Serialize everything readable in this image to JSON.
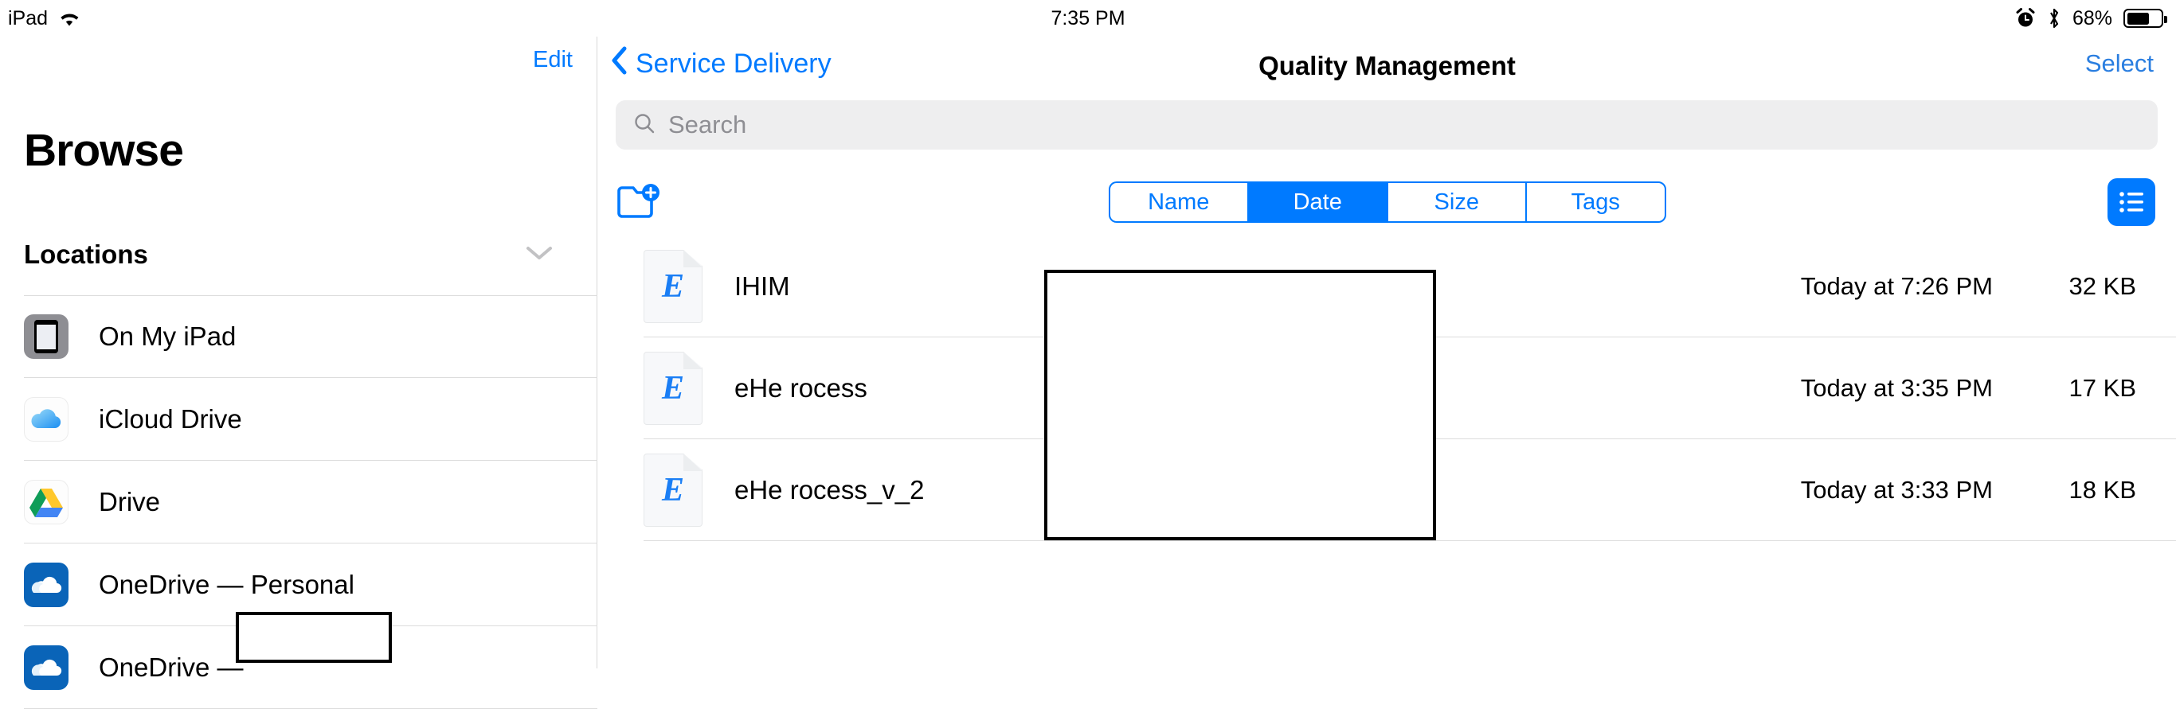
{
  "status_bar": {
    "device_label": "iPad",
    "wifi_icon": "wifi-icon",
    "time": "7:35 PM",
    "alarm_icon": "alarm-clock-icon",
    "bluetooth_icon": "bluetooth-icon",
    "battery_percent": "68%",
    "battery_level": 68
  },
  "sidebar": {
    "edit_label": "Edit",
    "title": "Browse",
    "section": {
      "label": "Locations",
      "collapse_icon": "chevron-down-icon"
    },
    "items": [
      {
        "label": "On My iPad",
        "icon": "ipad-icon"
      },
      {
        "label": "iCloud Drive",
        "icon": "icloud-drive-icon"
      },
      {
        "label": "Drive",
        "icon": "google-drive-icon"
      },
      {
        "label": "OneDrive — Personal",
        "icon": "onedrive-icon"
      },
      {
        "label": "OneDrive —",
        "icon": "onedrive-icon"
      }
    ]
  },
  "detail": {
    "back_label": "Service Delivery",
    "back_icon": "chevron-left-icon",
    "title": "Quality Management",
    "select_label": "Select",
    "search": {
      "placeholder": "Search",
      "icon": "search-icon",
      "value": ""
    },
    "toolbar": {
      "new_folder_icon": "new-folder-icon",
      "view_toggle_icon": "list-view-icon",
      "sort_options": [
        "Name",
        "Date",
        "Size",
        "Tags"
      ],
      "sort_selected": "Date"
    },
    "files": [
      {
        "name": "IHIM",
        "date": "Today at 7:26 PM",
        "size": "32 KB",
        "icon": "excel-document-icon",
        "letter": "E"
      },
      {
        "name": "eHe                             rocess",
        "date": "Today at 3:35 PM",
        "size": "17 KB",
        "icon": "excel-document-icon",
        "letter": "E"
      },
      {
        "name": "eHe                             rocess_v_2",
        "date": "Today at 3:33 PM",
        "size": "18 KB",
        "icon": "excel-document-icon",
        "letter": "E"
      }
    ]
  },
  "colors": {
    "accent_blue": "#007aff",
    "search_bg": "#eeeeef",
    "separator": "#dcdcdc",
    "secondary_text": "#8e8e93"
  }
}
